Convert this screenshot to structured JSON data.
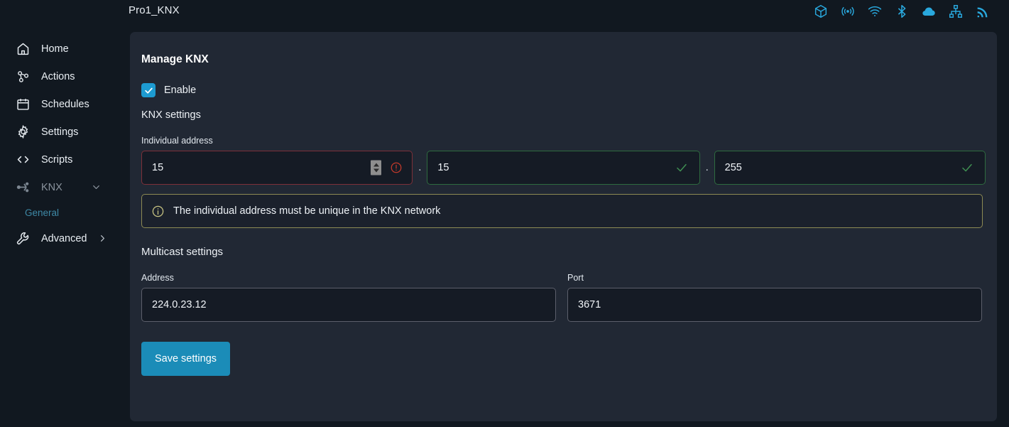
{
  "topbar": {
    "title": "Pro1_KNX",
    "tray_icons": [
      {
        "name": "package-icon"
      },
      {
        "name": "broadcast-icon"
      },
      {
        "name": "wifi-icon"
      },
      {
        "name": "bluetooth-icon"
      },
      {
        "name": "cloud-icon"
      },
      {
        "name": "sitemap-icon"
      },
      {
        "name": "rss-icon"
      }
    ],
    "accent": "#29a8dd"
  },
  "sidebar": {
    "items": [
      {
        "label": "Home",
        "icon": "home-icon"
      },
      {
        "label": "Actions",
        "icon": "actions-node-icon"
      },
      {
        "label": "Schedules",
        "icon": "calendar-icon"
      },
      {
        "label": "Settings",
        "icon": "gear-icon"
      },
      {
        "label": "Scripts",
        "icon": "code-brackets-icon"
      },
      {
        "label": "KNX",
        "icon": "network-nodes-icon"
      }
    ],
    "sub_item": {
      "label": "General",
      "active_color": "#3e89a6"
    },
    "advanced": {
      "label": "Advanced",
      "icon": "wrench-icon"
    }
  },
  "panel": {
    "title": "Manage KNX",
    "enable": {
      "label": "Enable",
      "checked": true,
      "color": "#1d9bd1"
    },
    "knx_settings_heading": "KNX settings",
    "individual_address": {
      "label": "Individual address",
      "separator": ".",
      "fields": [
        {
          "value": "15",
          "state": "error",
          "has_spinner": true
        },
        {
          "value": "15",
          "state": "ok",
          "has_spinner": false
        },
        {
          "value": "255",
          "state": "ok",
          "has_spinner": false
        }
      ]
    },
    "info_banner": {
      "text": "The individual address must be unique in the KNX network",
      "icon": "info-circle-icon",
      "border_color": "#8d8a54"
    },
    "multicast": {
      "heading": "Multicast settings",
      "address": {
        "label": "Address",
        "value": "224.0.23.12",
        "placeholder": ""
      },
      "port": {
        "label": "Port",
        "value": "3671",
        "placeholder": ""
      }
    },
    "save_button": {
      "label": "Save settings",
      "color": "#1b8cb8"
    }
  }
}
